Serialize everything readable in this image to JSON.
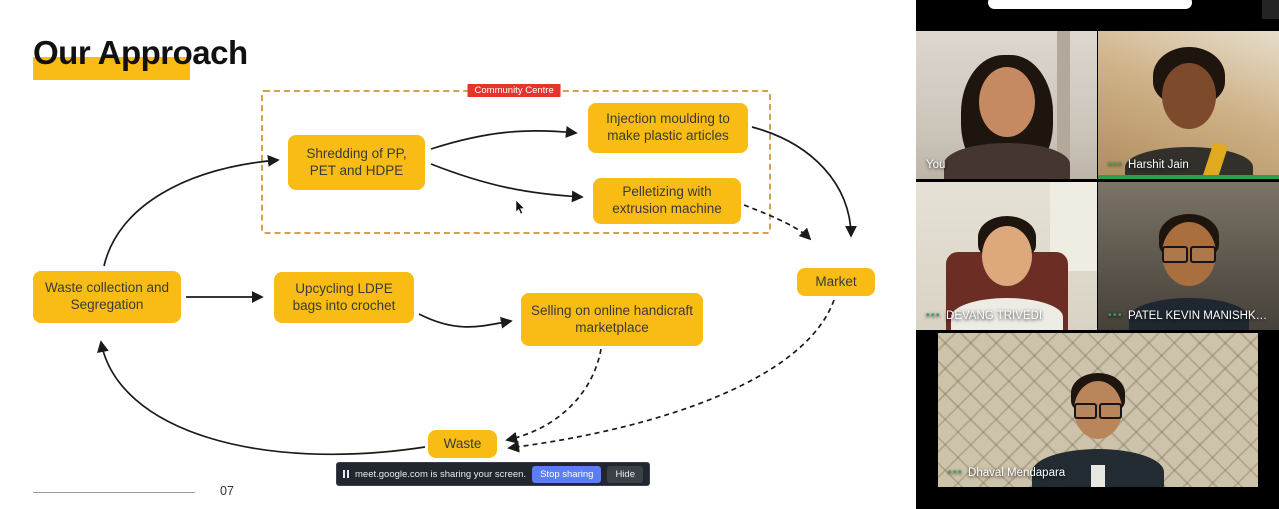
{
  "slide": {
    "title": "Our Approach",
    "page_number": "07",
    "community_label": "Community Centre",
    "nodes": {
      "waste_collection": "Waste collection and Segregation",
      "shredding": "Shredding of PP, PET and HDPE",
      "injection": "Injection moulding to make plastic articles",
      "pelletizing": "Pelletizing with extrusion machine",
      "upcycling": "Upcycling LDPE bags into crochet",
      "selling": "Selling on online handicraft marketplace",
      "market": "Market",
      "waste": "Waste"
    },
    "edges": [
      {
        "from": "waste_collection",
        "to": "shredding",
        "style": "solid"
      },
      {
        "from": "shredding",
        "to": "injection",
        "style": "solid"
      },
      {
        "from": "shredding",
        "to": "pelletizing",
        "style": "solid"
      },
      {
        "from": "injection",
        "to": "market",
        "style": "solid"
      },
      {
        "from": "pelletizing",
        "to": "market",
        "style": "dashed"
      },
      {
        "from": "waste_collection",
        "to": "upcycling",
        "style": "solid"
      },
      {
        "from": "upcycling",
        "to": "selling",
        "style": "solid"
      },
      {
        "from": "selling",
        "to": "waste",
        "style": "dashed"
      },
      {
        "from": "market",
        "to": "waste",
        "style": "dashed"
      },
      {
        "from": "waste",
        "to": "waste_collection",
        "style": "solid"
      }
    ]
  },
  "share_bar": {
    "message": "meet.google.com is sharing your screen.",
    "stop_label": "Stop sharing",
    "hide_label": "Hide"
  },
  "participants": [
    {
      "name": "You",
      "audio_indicator": false
    },
    {
      "name": "Harshit Jain",
      "audio_indicator": true
    },
    {
      "name": "DEVANG TRIVEDI",
      "audio_indicator": true
    },
    {
      "name": "PATEL KEVIN MANISHK…",
      "audio_indicator": true
    },
    {
      "name": "Dhaval Mendapara",
      "audio_indicator": true
    }
  ],
  "icons": {
    "audio_dots": "•••",
    "pause": "pause-bars",
    "cursor": "mouse-pointer"
  },
  "colors": {
    "accent_yellow": "#F9BC15",
    "community_label_red": "#E5342C",
    "stop_button_blue": "#5B7EF5",
    "audio_green": "#34A853"
  }
}
